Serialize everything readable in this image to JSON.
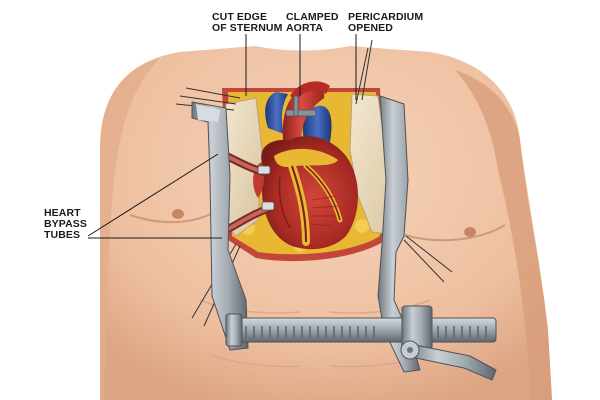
{
  "labels": {
    "cut_edge_sternum": [
      "CUT EDGE",
      "OF STERNUM"
    ],
    "clamped_aorta": [
      "CLAMPED",
      "AORTA"
    ],
    "pericardium_opened": [
      "PERICARDIUM",
      "OPENED"
    ],
    "heart_bypass_tubes": [
      "HEART",
      "BYPASS",
      "TUBES"
    ]
  },
  "colors": {
    "background": "#ffffff",
    "skin": "#f2c9ad",
    "skin_shadow": "#dca584",
    "tissue_fat": "#e8b832",
    "heart_red": "#b8322a",
    "aorta_red": "#c9302c",
    "vein_blue": "#2c4fa0",
    "retractor_metal": "#9ca5ad",
    "leader_line": "#1a1a1a"
  },
  "icons": [
    "chest-torso",
    "heart-organ",
    "sternal-retractor",
    "bypass-tube",
    "aortic-clamp"
  ]
}
